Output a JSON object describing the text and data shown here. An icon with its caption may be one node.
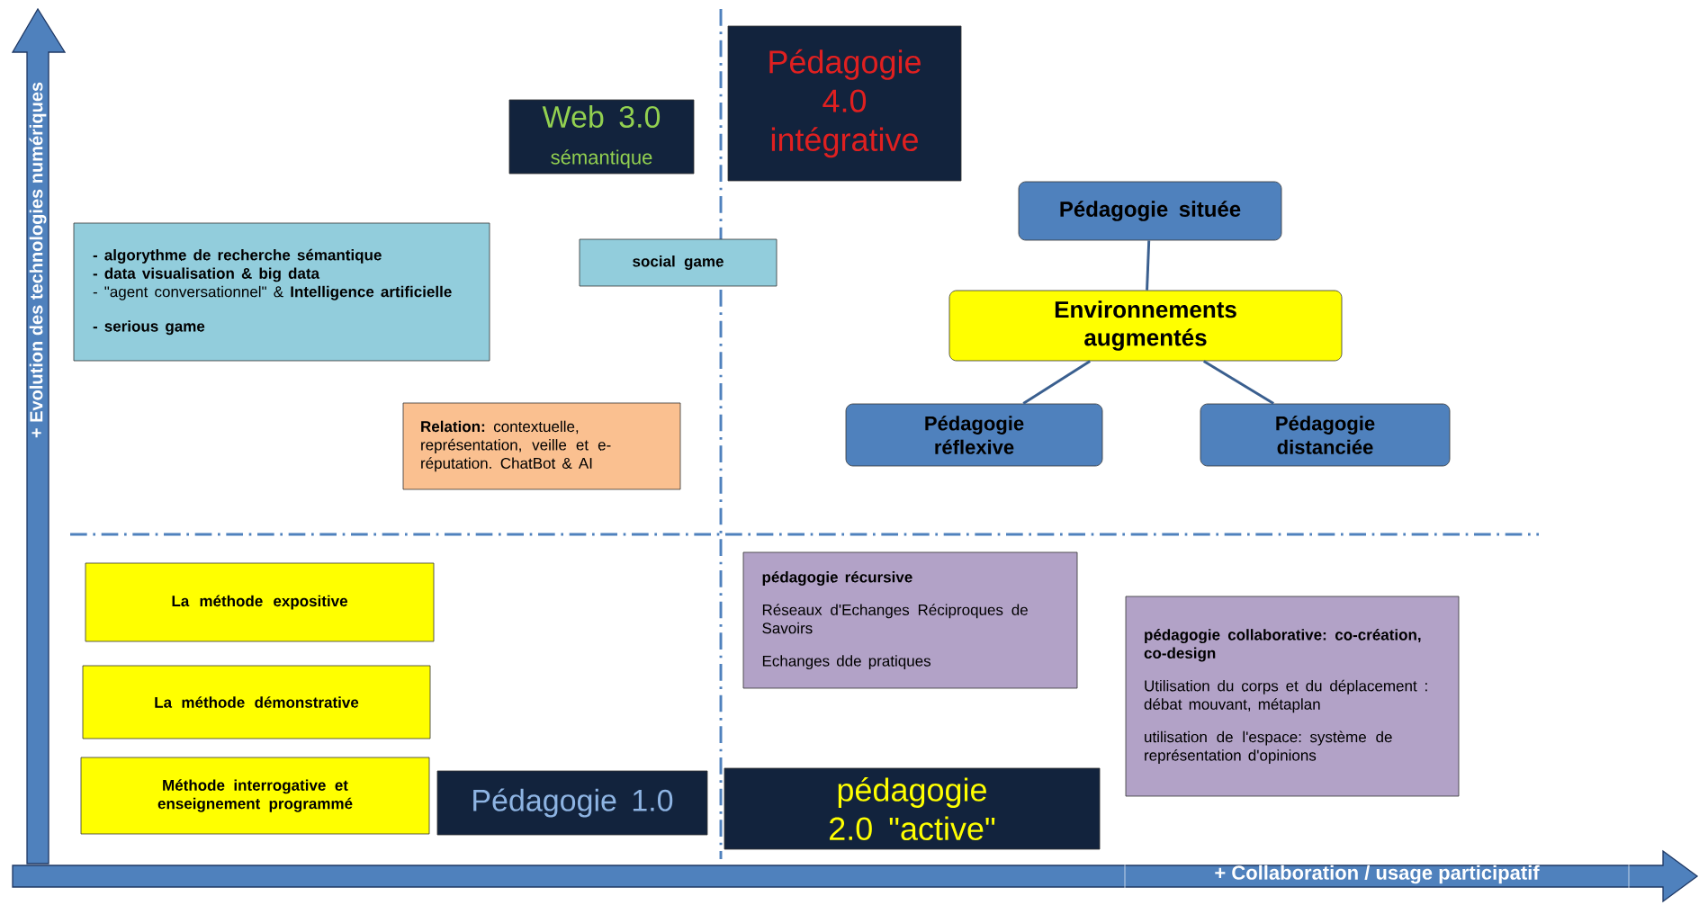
{
  "diagram": {
    "nodes": [
      {
        "text": [
          "Web 3.0",
          "sémantique"
        ]
      },
      {
        "text": [
          "Pédagogie 4.0 intégrative"
        ]
      },
      {
        "text": [
          "Pédagogie située"
        ]
      },
      {
        "text": [
          "- algorythme de recherche sémantique",
          "- data visualisation & big data",
          "- \"agent conversationnel\" & **Intelligence artificielle**",
          "- serious game"
        ]
      },
      {
        "text": [
          "social game"
        ]
      },
      {
        "text": [
          "Environnements augmentés"
        ]
      },
      {
        "text": [
          "**Relation:** contextuelle, représentation, veille et e-réputation. ChatBot & AI"
        ]
      },
      {
        "text": [
          "Pédagogie réflexive"
        ]
      },
      {
        "text": [
          "Pédagogie distanciée"
        ]
      },
      {
        "text": [
          "pédagogie récursive",
          "Réseaux d'Echanges Réciproques de Savoirs",
          "Echanges dde pratiques"
        ]
      },
      {
        "text": [
          "La méthode expositive"
        ]
      },
      {
        "text": [
          "pédagogie collaborative: co-création, co-design",
          "Utilisation du corps et du déplacement : débat mouvant, métaplan",
          "utilisation de l'espace: système de représentation d'opinions"
        ]
      },
      {
        "text": [
          "La méthode démonstrative"
        ]
      },
      {
        "text": [
          "Méthode interrogative et enseignement programmé"
        ]
      },
      {
        "text": [
          "Pédagogie 1.0"
        ]
      },
      {
        "text": [
          "pédagogie 2.0 \"active\""
        ]
      }
    ],
    "edges": [
      {
        "from": 2,
        "to": 5,
        "arrow": "none"
      },
      {
        "from": 5,
        "to": 7,
        "arrow": "none"
      },
      {
        "from": 5,
        "to": 8,
        "arrow": "none"
      }
    ],
    "labels": [
      "+ Evolution des technologies numériques",
      "+ Collaboration / usage participatif"
    ]
  }
}
